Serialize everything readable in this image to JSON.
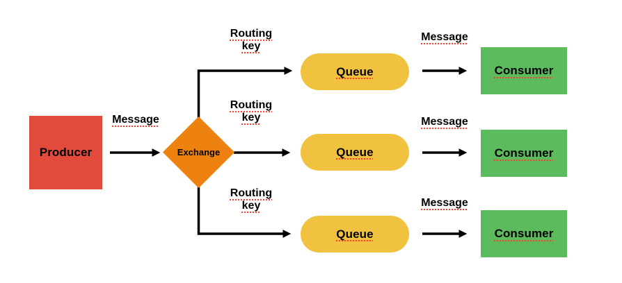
{
  "diagram": {
    "type": "flow-diagram",
    "topic": "message-broker-routing",
    "background": "#FFFFFF"
  },
  "colors": {
    "producer_fill": "#E24B3B",
    "exchange_fill": "#EE8211",
    "queue_fill": "#F0C23F",
    "consumer_fill": "#5BBB5D",
    "arrow": "#000000",
    "label_text": "#000000",
    "spellcheck_underline": "#FF3B30"
  },
  "producer": {
    "label": "Producer"
  },
  "exchange": {
    "label": "Exchange"
  },
  "producer_to_exchange": {
    "label": "Message"
  },
  "branches": [
    {
      "routing_key_label": "Routing key",
      "queue": {
        "label": "Queue"
      },
      "queue_to_consumer_label": "Message",
      "consumer": {
        "label": "Consumer"
      }
    },
    {
      "routing_key_label": "Routing key",
      "queue": {
        "label": "Queue"
      },
      "queue_to_consumer_label": "Message",
      "consumer": {
        "label": "Consumer"
      }
    },
    {
      "routing_key_label": "Routing key",
      "queue": {
        "label": "Queue"
      },
      "queue_to_consumer_label": "Message",
      "consumer": {
        "label": "Consumer"
      }
    }
  ]
}
